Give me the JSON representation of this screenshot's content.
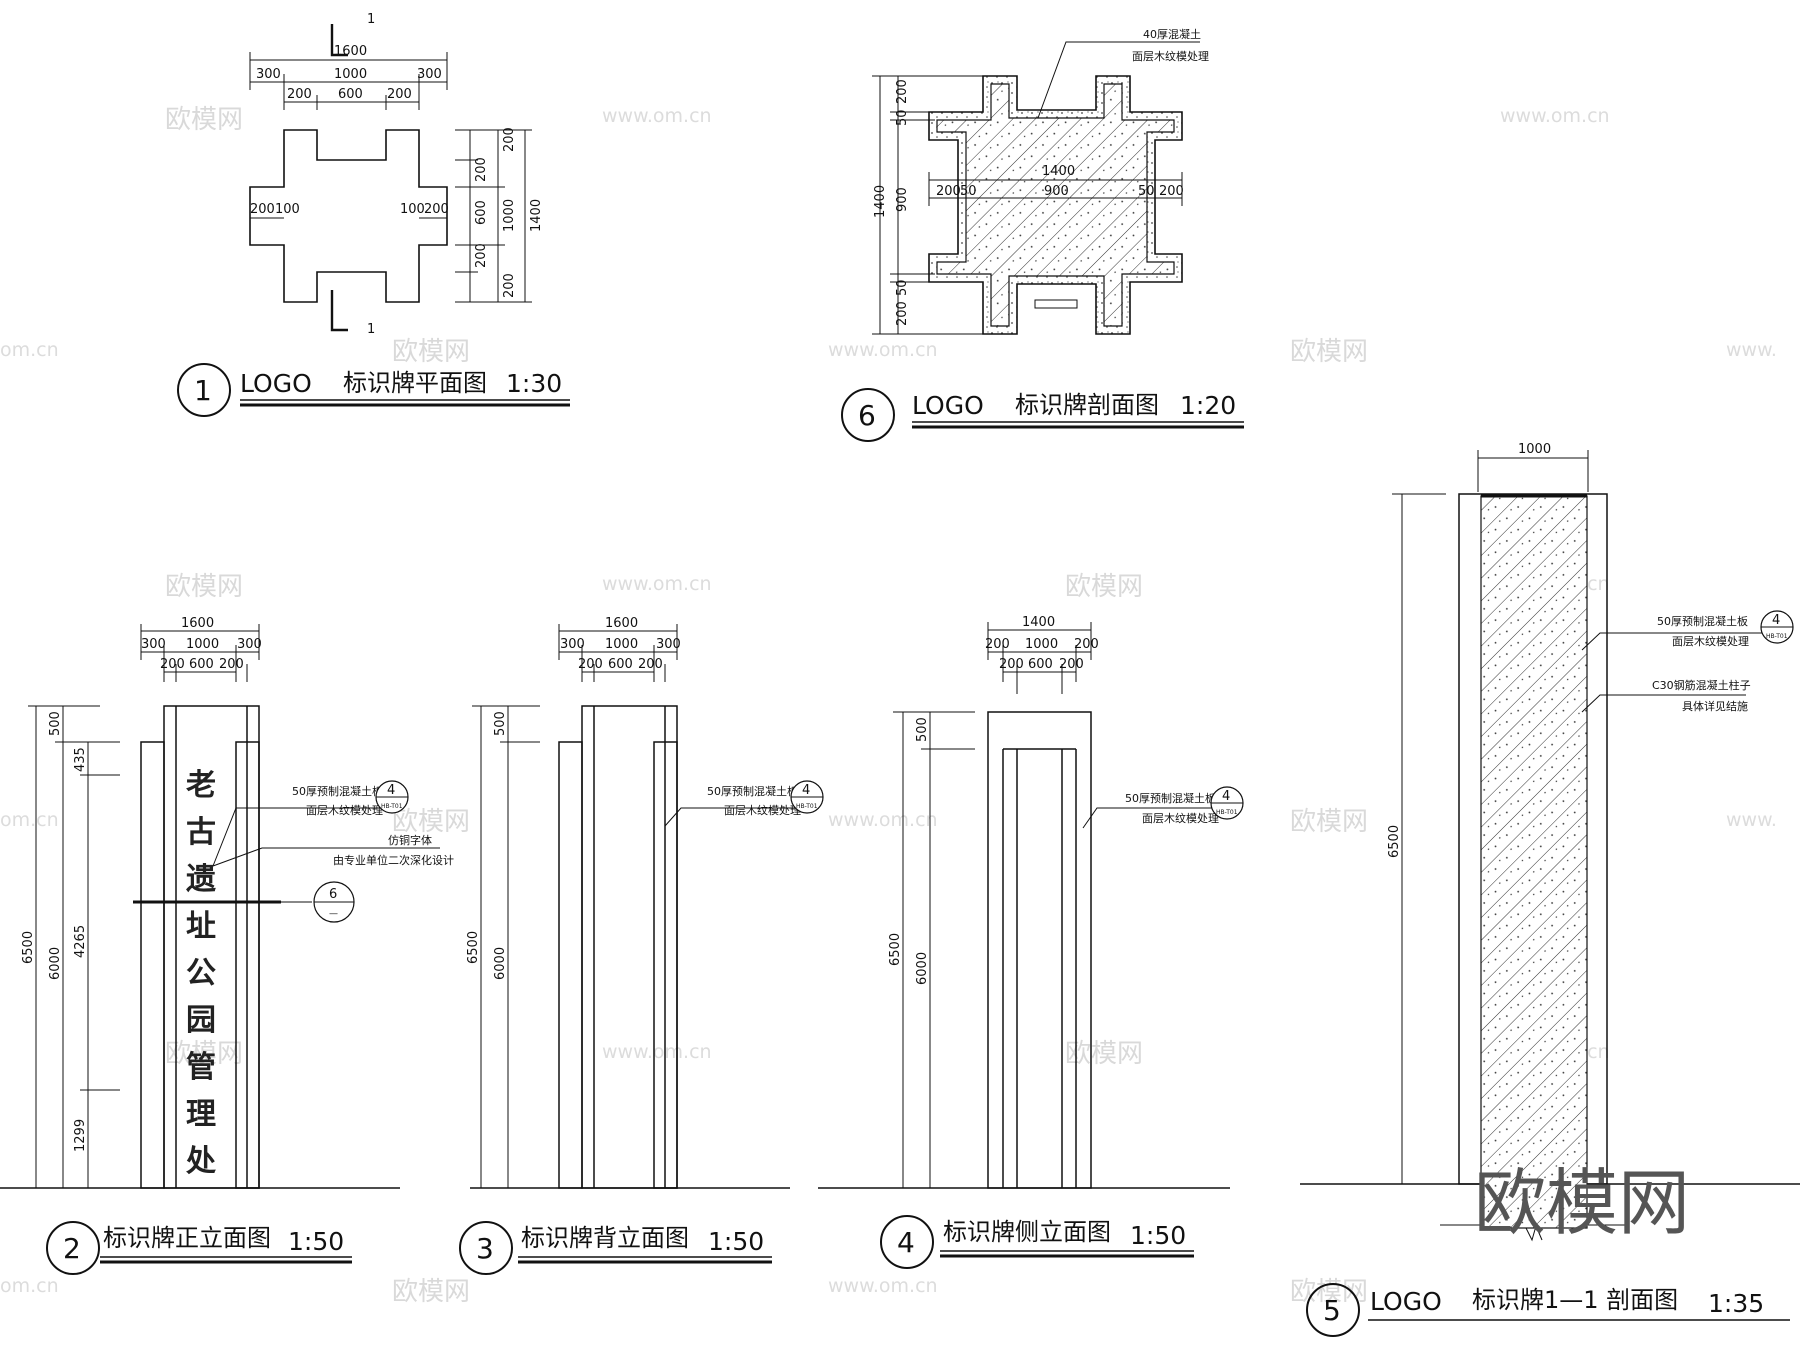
{
  "watermark": {
    "brand": "欧模网",
    "url": "www.om.cn",
    "fragment_url": "om.cn",
    "fragment_w": "www."
  },
  "views": {
    "v1": {
      "num": "1",
      "title_latin": "LOGO",
      "title_cjk": "标识牌平面图",
      "scale": "1:30",
      "section": "1",
      "dims": {
        "d1600": "1600",
        "d300a": "300",
        "d1000": "1000",
        "d300b": "300",
        "d200a": "200",
        "d600": "600",
        "d200b": "200",
        "l200": "200",
        "l100": "100",
        "r100": "100",
        "r200": "200",
        "v200a": "200",
        "v200b": "200",
        "v600": "600",
        "v200c": "200",
        "v200d": "200",
        "v1000": "1000",
        "v1400": "1400"
      }
    },
    "v6": {
      "num": "6",
      "title_latin": "LOGO",
      "title_cjk": "标识牌剖面图",
      "scale": "1:20",
      "note1": "40厚混凝土",
      "note2": "面层木纹模处理",
      "dims": {
        "v200t": "200",
        "v50t": "50",
        "v900": "900",
        "v50b": "50",
        "v200b": "200",
        "v1400": "1400",
        "h1400": "1400",
        "h200l": "200",
        "h50l": "50",
        "h900": "900",
        "h50r": "50",
        "h200r": "200"
      }
    },
    "v2": {
      "num": "2",
      "title_cjk": "标识牌正立面图",
      "scale": "1:50",
      "sign_chars": [
        "老",
        "古",
        "遗",
        "址",
        "公",
        "园",
        "管",
        "理",
        "处"
      ],
      "note1": "50厚预制混凝土板",
      "note2": "面层木纹模处理",
      "note3": "仿铜字体",
      "note4": "由专业单位二次深化设计",
      "tag_top": "4",
      "tag_bot": "HB-T01",
      "sec_top": "6",
      "sec_bot": "—",
      "dims": {
        "d1600": "1600",
        "d300a": "300",
        "d1000": "1000",
        "d300b": "300",
        "d200a": "200",
        "d600": "600",
        "d200b": "200",
        "v6500": "6500",
        "v500": "500",
        "v6000": "6000",
        "v435": "435",
        "v4265": "4265",
        "v1299": "1299"
      }
    },
    "v3": {
      "num": "3",
      "title_cjk": "标识牌背立面图",
      "scale": "1:50",
      "note1": "50厚预制混凝土板",
      "note2": "面层木纹模处理",
      "tag_top": "4",
      "tag_bot": "HB-T01",
      "dims": {
        "d1600": "1600",
        "d300a": "300",
        "d1000": "1000",
        "d300b": "300",
        "d200a": "200",
        "d600": "600",
        "d200b": "200",
        "v6500": "6500",
        "v500": "500",
        "v6000": "6000"
      }
    },
    "v4": {
      "num": "4",
      "title_cjk": "标识牌侧立面图",
      "scale": "1:50",
      "note1": "50厚预制混凝土板",
      "note2": "面层木纹模处理",
      "tag_top": "4",
      "tag_bot": "HB-T01",
      "dims": {
        "d1400": "1400",
        "d200a": "200",
        "d1000": "1000",
        "d200b": "200",
        "d200c": "200",
        "d600": "600",
        "d200d": "200",
        "v6500": "6500",
        "v500": "500",
        "v6000": "6000"
      }
    },
    "v5": {
      "num": "5",
      "title_latin": "LOGO",
      "title_cjk": "标识牌1—1 剖面图",
      "scale": "1:35",
      "note1": "50厚预制混凝土板",
      "note2": "面层木纹模处理",
      "note3": "C30钢筋混凝土柱子",
      "note4": "具体详见结施",
      "tag_top": "4",
      "tag_bot": "HB-T01",
      "dims": {
        "d1000": "1000",
        "v6500": "6500"
      }
    }
  }
}
